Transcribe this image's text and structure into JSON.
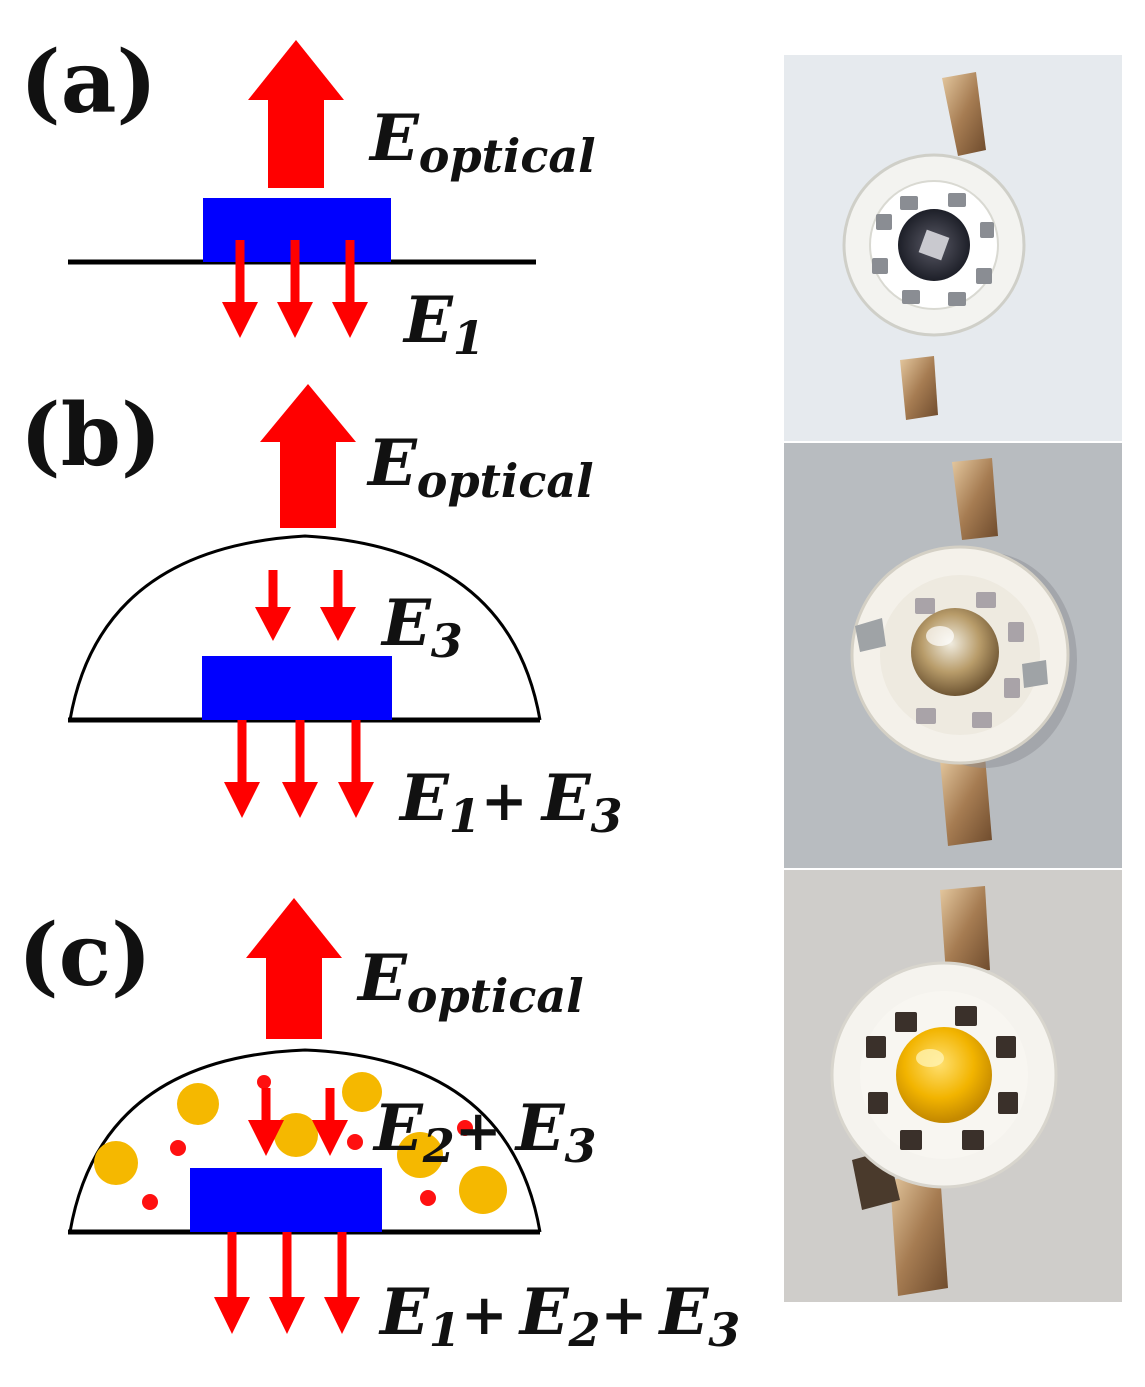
{
  "panels": [
    {
      "label": "(a)",
      "top_label": {
        "base": "E",
        "sub": "optical"
      },
      "bottom_label": [
        {
          "base": "E",
          "sub": "1"
        }
      ],
      "photo_caption": ""
    },
    {
      "label": "(b)",
      "top_label": {
        "base": "E",
        "sub": "optical"
      },
      "inner_label": [
        {
          "base": "E",
          "sub": "3"
        }
      ],
      "bottom_label": [
        {
          "base": "E",
          "sub": "1"
        },
        {
          "base": "E",
          "sub": "3"
        }
      ]
    },
    {
      "label": "(c)",
      "top_label": {
        "base": "E",
        "sub": "optical"
      },
      "inner_label": [
        {
          "base": "E",
          "sub": "2"
        },
        {
          "base": "E",
          "sub": "3"
        }
      ],
      "bottom_label": [
        {
          "base": "E",
          "sub": "1"
        },
        {
          "base": "E",
          "sub": "2"
        },
        {
          "base": "E",
          "sub": "3"
        }
      ]
    }
  ],
  "plus_symbol": "+",
  "colors": {
    "arrow": "#ff0000",
    "chip": "#0000ff",
    "phosphor": "#f5b800",
    "particle": "#ff1010",
    "line": "#000000"
  },
  "icons": {
    "photo_a": "led-module-bare-chip-photo",
    "photo_b": "led-module-clear-lens-photo",
    "photo_c": "led-module-yellow-phosphor-photo"
  }
}
